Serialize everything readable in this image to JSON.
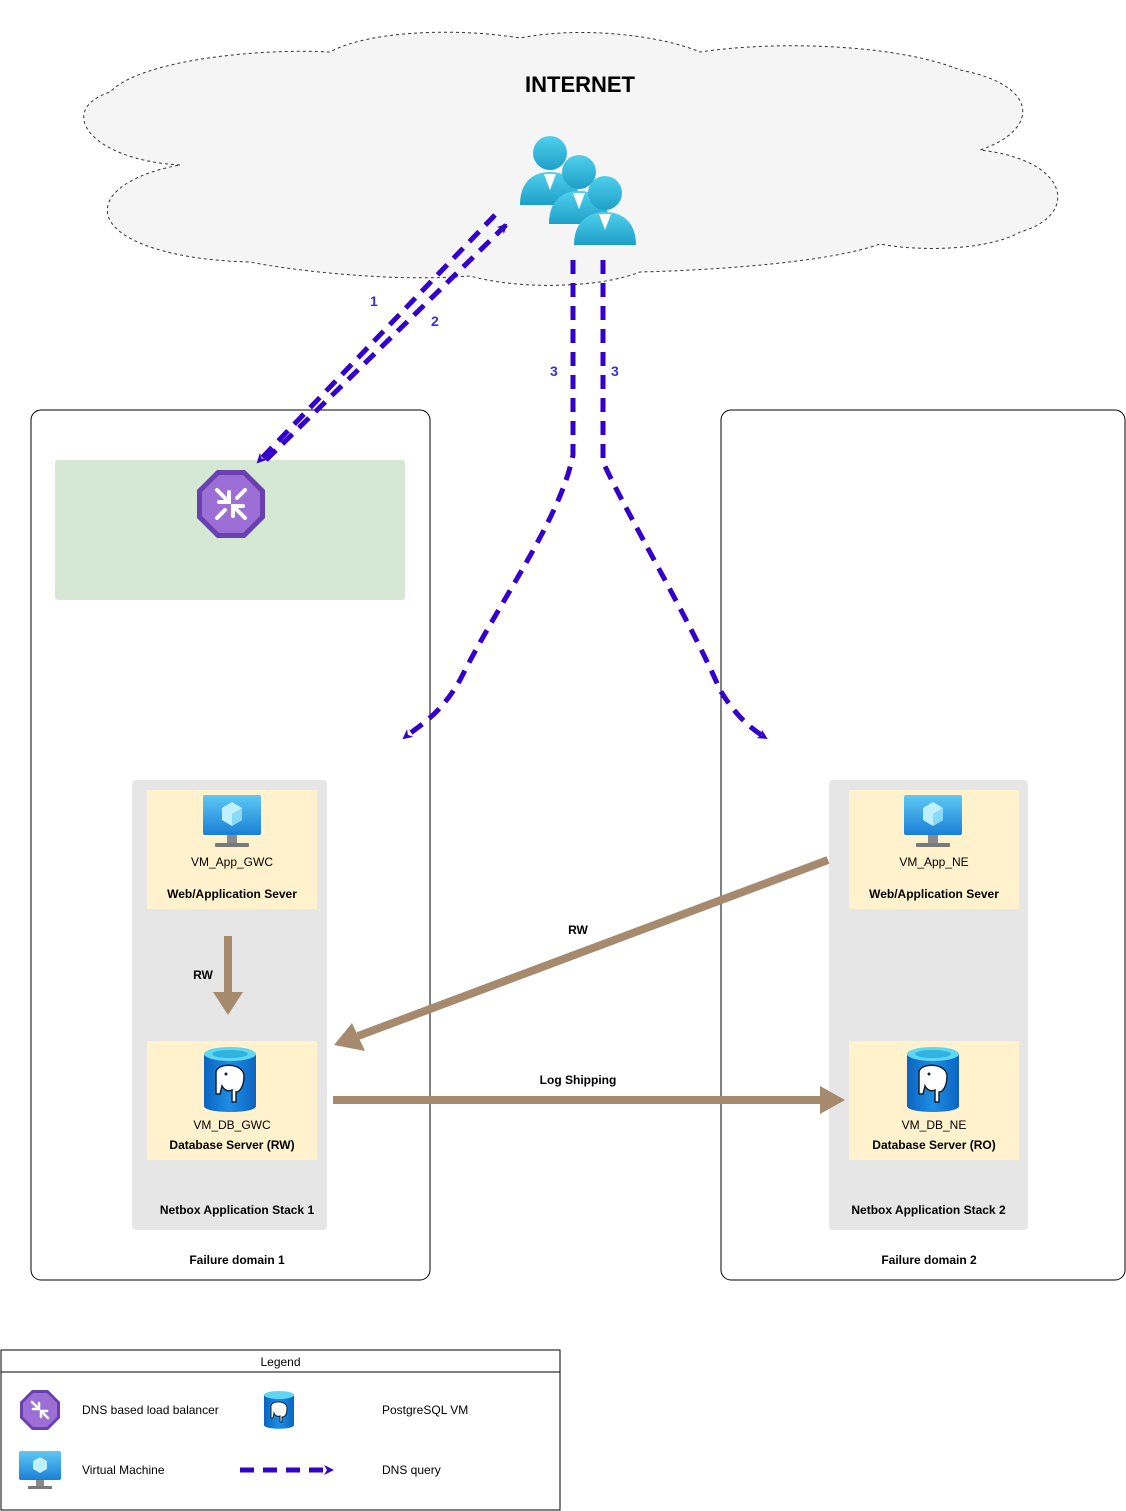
{
  "internet": {
    "title": "INTERNET"
  },
  "dns_steps": {
    "step1": "1",
    "step2": "2",
    "step3a": "3",
    "step3b": "3"
  },
  "domain1": {
    "label": "Failure domain 1",
    "stack_label": "Netbox Application Stack 1",
    "app_vm": {
      "name": "VM_App_GWC",
      "role": "Web/Application Sever"
    },
    "db_vm": {
      "name": "VM_DB_GWC",
      "role": "Database Server (RW)"
    },
    "internal_arrow_label": "RW"
  },
  "domain2": {
    "label": "Failure domain 2",
    "stack_label": "Netbox Application Stack 2",
    "app_vm": {
      "name": "VM_App_NE",
      "role": "Web/Application Sever"
    },
    "db_vm": {
      "name": "VM_DB_NE",
      "role": "Database Server (RO)"
    }
  },
  "cross_links": {
    "rw": "RW",
    "log_shipping": "Log Shipping"
  },
  "legend": {
    "title": "Legend",
    "items": [
      {
        "icon": "load-balancer-icon",
        "label": "DNS based load balancer"
      },
      {
        "icon": "postgresql-icon",
        "label": "PostgreSQL VM"
      },
      {
        "icon": "virtual-machine-icon",
        "label": "Virtual Machine"
      },
      {
        "icon": "dns-query-arrow",
        "label": "DNS query"
      }
    ]
  },
  "colors": {
    "dns_arrow": "#3300cc",
    "data_arrow": "#a68a6d",
    "failure_zone_fill": "#d5e8d4",
    "stack_fill": "#e6e6e6",
    "server_fill": "#fff2cc",
    "users": "#2db8d8",
    "load_balancer": "#7f4fc0",
    "cloud_fill": "#f5f5f5"
  }
}
